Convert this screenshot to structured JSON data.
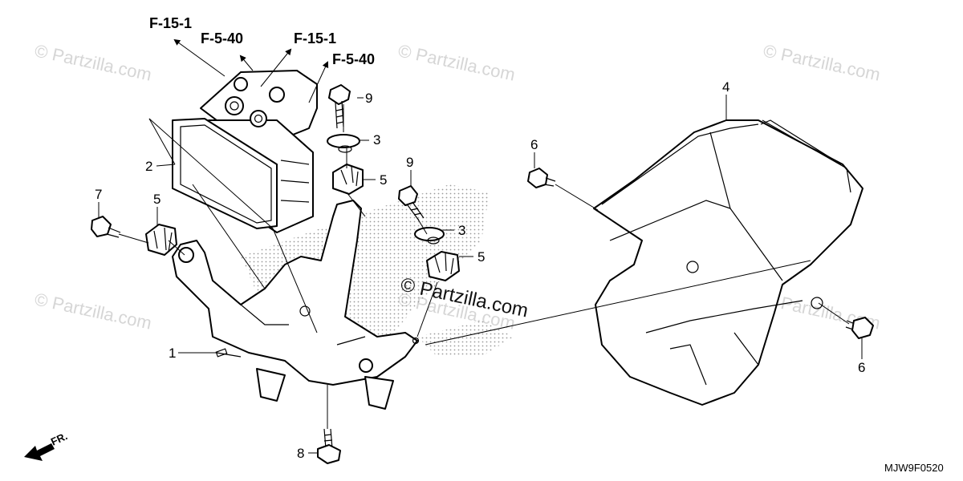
{
  "watermarks": [
    "© Partzilla.com",
    "© Partzilla.com",
    "© Partzilla.com",
    "© Partzilla.com",
    "© Partzilla.com",
    "© Partzilla.com"
  ],
  "center_watermark": "© Partzilla.com",
  "references": [
    "F-15-1",
    "F-5-40",
    "F-15-1",
    "F-5-40"
  ],
  "callouts": [
    "1",
    "2",
    "3",
    "3",
    "4",
    "5",
    "5",
    "5",
    "6",
    "6",
    "7",
    "8",
    "9",
    "9"
  ],
  "direction_label": "FR.",
  "diagram_code": "MJW9F0520"
}
